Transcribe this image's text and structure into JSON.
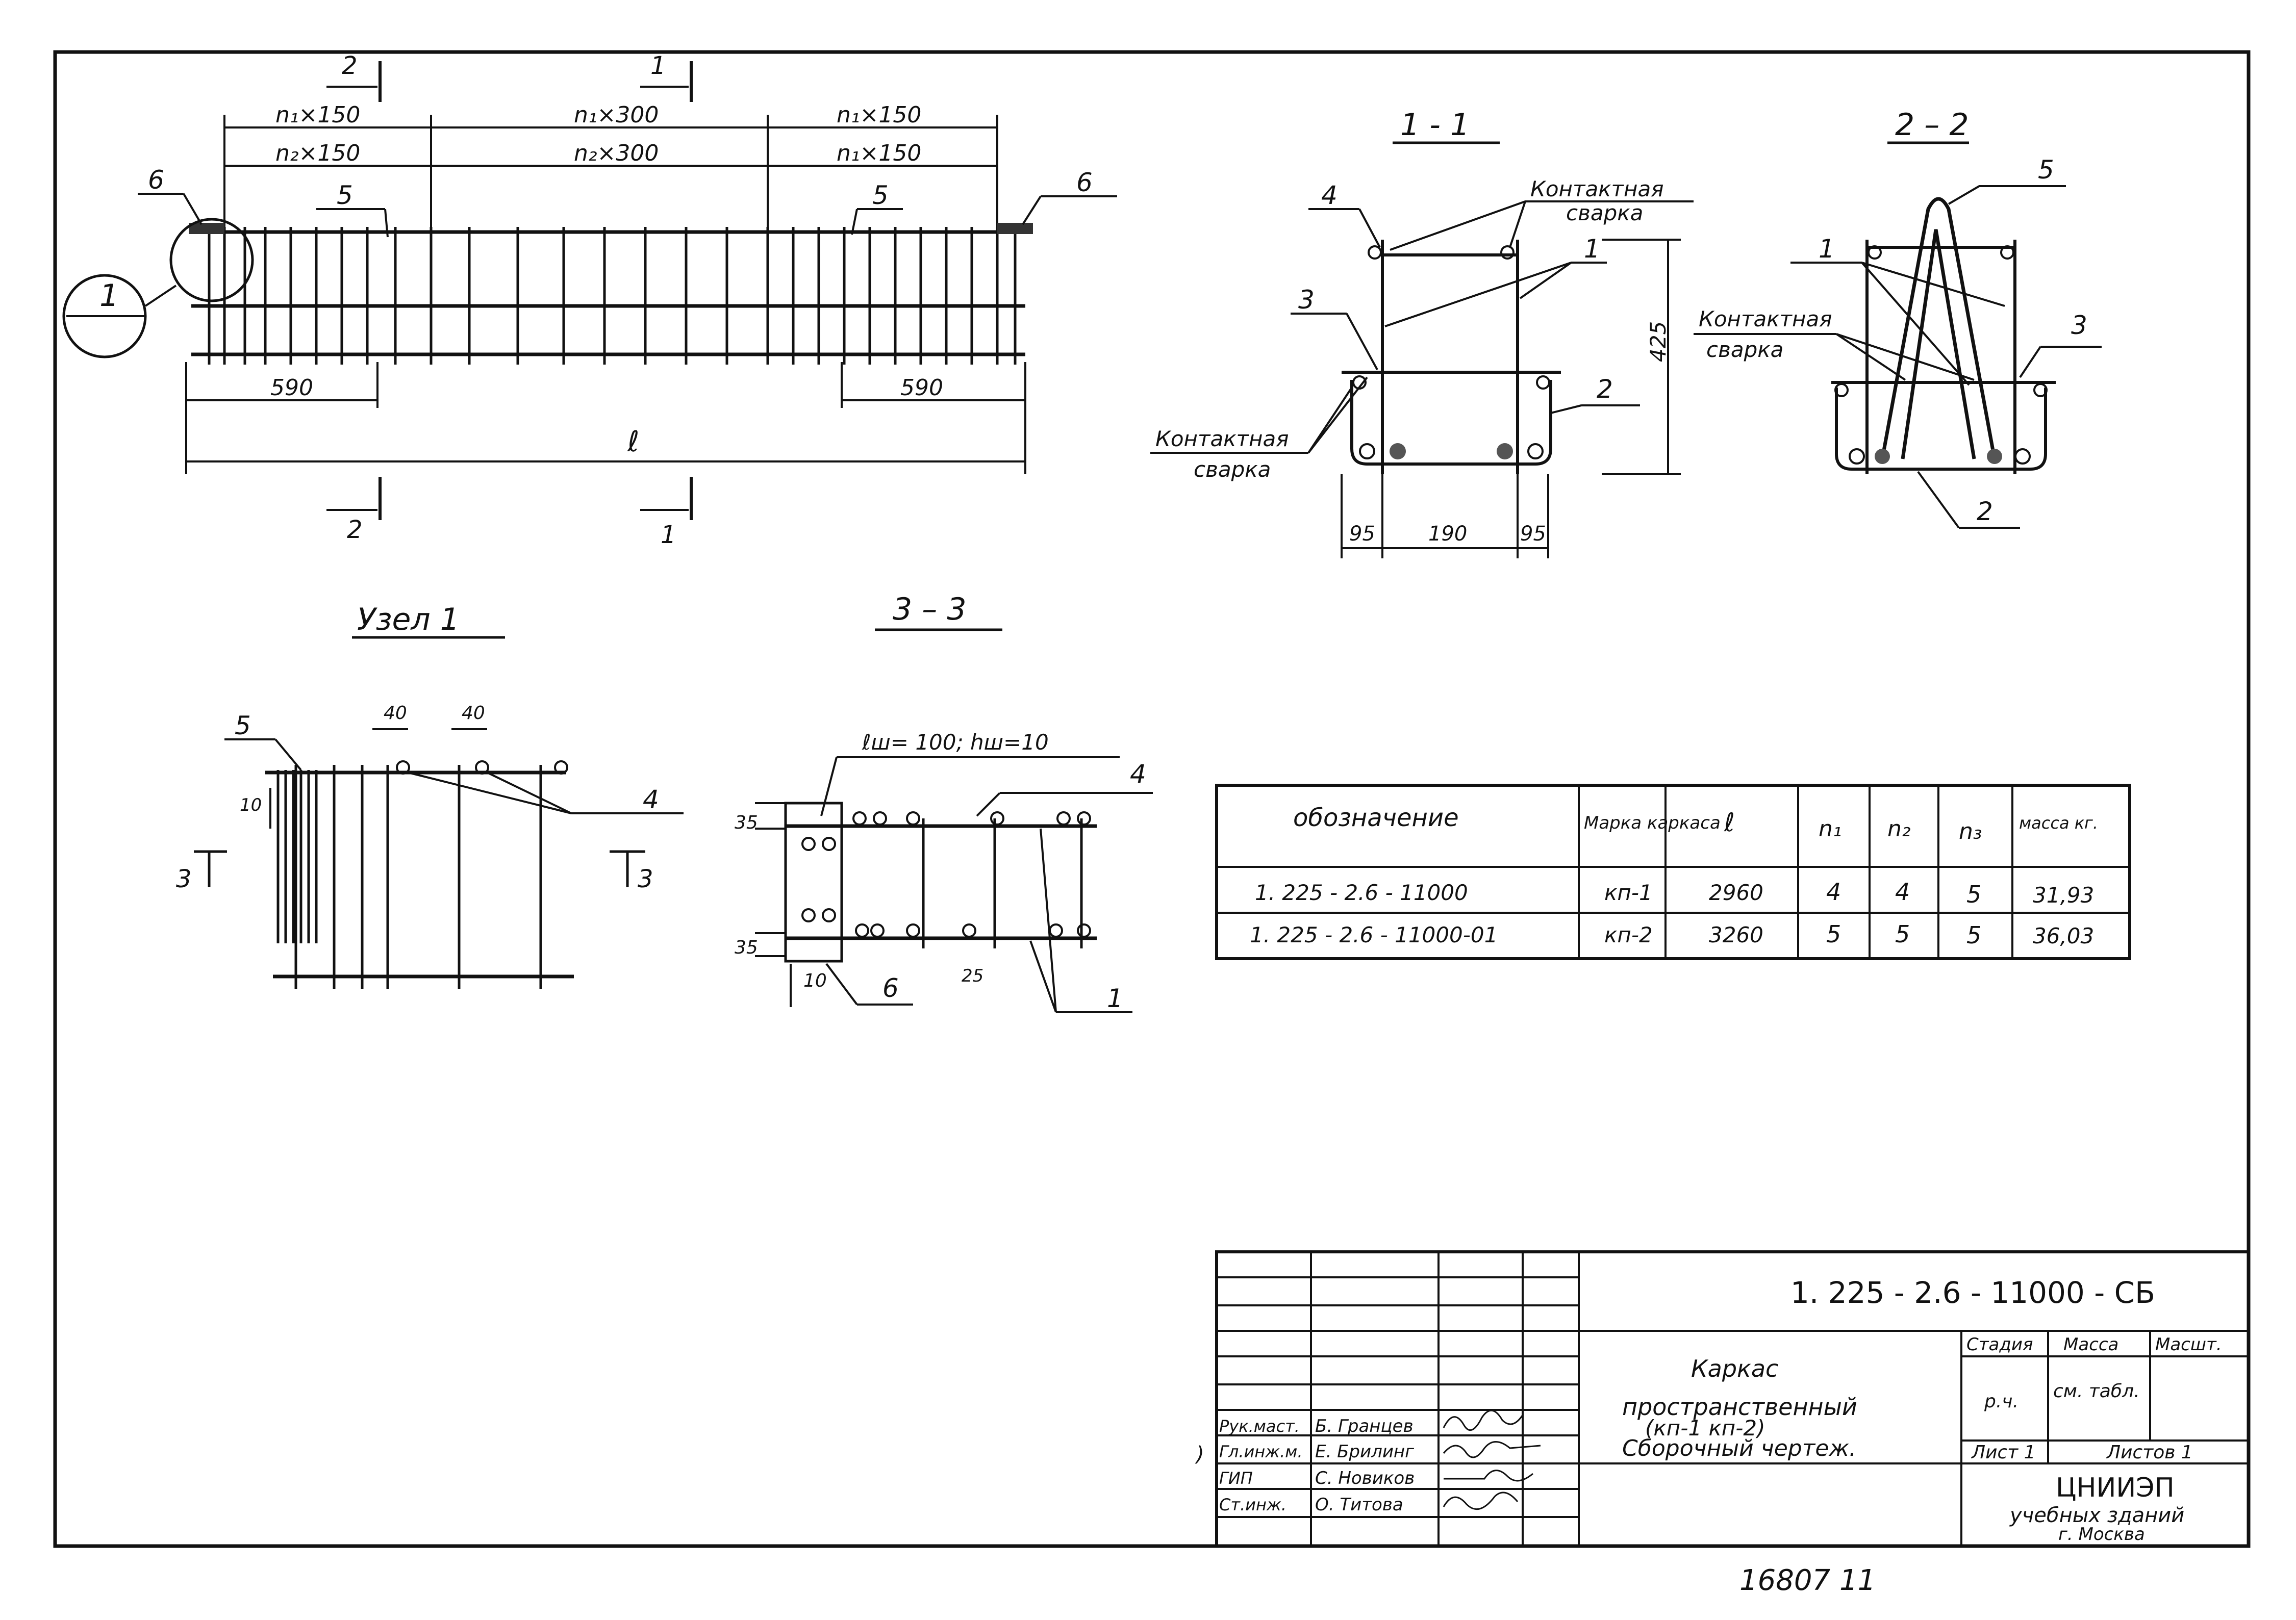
{
  "main_view": {
    "top_dims_row1": [
      "n₁×150",
      "n₁×300",
      "n₁×150"
    ],
    "top_dims_row2": [
      "n₂×150",
      "n₂×300",
      "n₁×150"
    ],
    "bottom_dims": [
      "590",
      "590"
    ],
    "length_label": "ℓ",
    "section_marks": [
      "2",
      "1",
      "2",
      "1"
    ],
    "callouts": {
      "left_plate": "6",
      "left_bar": "5",
      "right_bar": "5",
      "right_plate": "6",
      "node": "1"
    }
  },
  "section_1_1": {
    "title": "1 - 1",
    "labels": {
      "top_bar": "4",
      "stirrup": "1",
      "cross_bar": "3",
      "bottom_bar": "2"
    },
    "weld_top": [
      "Контактная",
      "сварка"
    ],
    "weld_bottom": [
      "Контактная",
      "сварка"
    ],
    "dims": {
      "height": "425",
      "left": "95",
      "middle": "190",
      "right": "95"
    }
  },
  "section_2_2": {
    "title": "2 – 2",
    "labels": {
      "a_frame": "5",
      "stirrup": "1",
      "cross_bar": "3",
      "bottom_bar": "2"
    },
    "weld": [
      "Контактная",
      "сварка"
    ]
  },
  "node_1": {
    "title": "Узел 1",
    "labels": {
      "bar": "5",
      "top": "4",
      "dim_a": "40",
      "dim_b": "40",
      "dim_c": "10",
      "section": "3"
    }
  },
  "section_3_3": {
    "title": "3 – 3",
    "weld_note": "ℓш= 100;  hш=10",
    "labels": {
      "top": "4",
      "plate": "6",
      "bars": "1"
    },
    "dims": {
      "top": "35",
      "bottom": "35",
      "width": "10",
      "gap": "25"
    }
  },
  "spec_table": {
    "headers": [
      "обозначение",
      "Марка каркаса",
      "ℓ",
      "n₁",
      "n₂",
      "n₃",
      "масса кг."
    ],
    "rows": [
      [
        "1. 225 - 2.6 - 11000",
        "кп-1",
        "2960",
        "4",
        "4",
        "5",
        "31,93"
      ],
      [
        "1. 225 - 2.6 - 11000-01",
        "кп-2",
        "3260",
        "5",
        "5",
        "5",
        "36,03"
      ]
    ]
  },
  "title_block": {
    "doc_code": "1. 225 - 2.6 - 11000 - СБ",
    "title_line1": "Каркас",
    "title_line2": "пространственный",
    "title_line3": "(кп-1  кп-2)",
    "title_line4": "Сборочный чертеж.",
    "stage_header": "Стадия",
    "mass_header": "Масса",
    "scale_header": "Масшт.",
    "stage_value": "р.ч.",
    "mass_value": "см. табл.",
    "sheet_label": "Лист 1",
    "sheets_label": "Листов 1",
    "org": "ЦНИИЭП",
    "org_sub1": "учебных зданий",
    "org_sub2": "г. Москва",
    "staff": [
      {
        "role": "Рук.маст.",
        "name": "Б. Гранцев"
      },
      {
        "role": "Гл.инж.м.",
        "name": "Е. Брилинг"
      },
      {
        "role": "ГИП",
        "name": "С. Новиков"
      },
      {
        "role": "Ст.инж.",
        "name": "О. Титова"
      }
    ],
    "margin_mark": ")"
  },
  "footer_number": "16807   11"
}
